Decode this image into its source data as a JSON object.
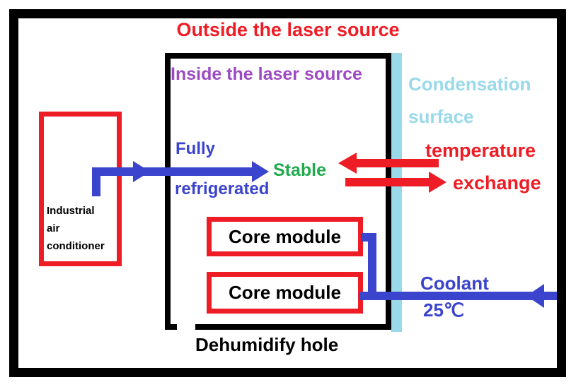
{
  "diagram": {
    "outside_label": "Outside the laser source",
    "inside_label": "Inside the laser source",
    "condensation_label": {
      "line1": "Condensation",
      "line2": "surface"
    },
    "refrigerated_label": {
      "line1": "Fully",
      "line2": "refrigerated"
    },
    "stable_label": "Stable",
    "temperature_exchange_label": {
      "line1": "temperature",
      "line2": "exchange"
    },
    "coolant_label": {
      "line1": "Coolant",
      "line2": "25℃"
    },
    "dehumidify_label": "Dehumidify hole",
    "air_conditioner_label": {
      "line1": "Industrial",
      "line2": "air",
      "line3": "conditioner"
    },
    "core_modules": [
      "Core module",
      "Core module"
    ],
    "colors": {
      "red": "#ee1c25",
      "blue": "#3b44cc",
      "purple": "#9d4bc2",
      "light_blue": "#99d9ea",
      "green": "#21ab4e",
      "outline": "#000000"
    }
  }
}
